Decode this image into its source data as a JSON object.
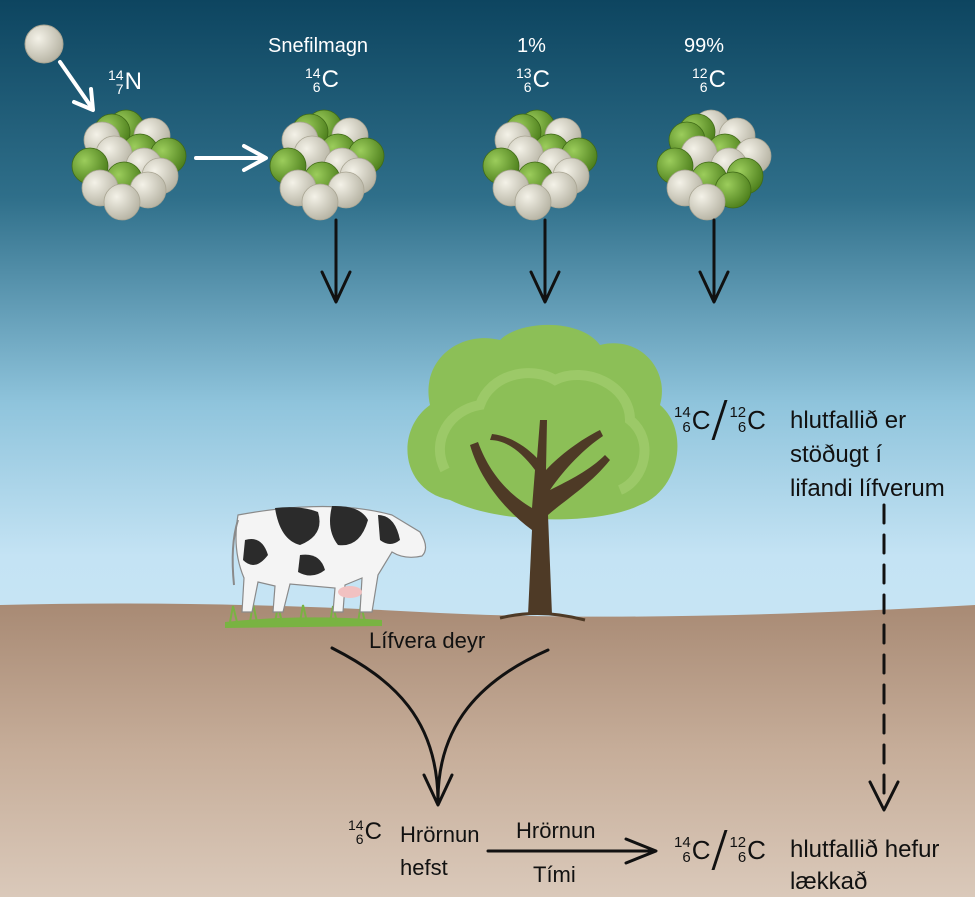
{
  "isotopes": {
    "nitrogen": {
      "mass": "14",
      "atomic": "7",
      "symbol": "N"
    },
    "c14": {
      "label": "Snefilmagn",
      "mass": "14",
      "atomic": "6",
      "symbol": "C"
    },
    "c13": {
      "label": "1%",
      "mass": "13",
      "atomic": "6",
      "symbol": "C"
    },
    "c12": {
      "label": "99%",
      "mass": "12",
      "atomic": "6",
      "symbol": "C"
    }
  },
  "ratio_living": {
    "numerator": {
      "mass": "14",
      "atomic": "6",
      "symbol": "C"
    },
    "denominator": {
      "mass": "12",
      "atomic": "6",
      "symbol": "C"
    },
    "text_line1": "hlutfallið er",
    "text_line2": "stöðugt í",
    "text_line3": "lifandi lífverum"
  },
  "death_label": "Lífvera deyr",
  "decay_start": {
    "isotope": {
      "mass": "14",
      "atomic": "6",
      "symbol": "C"
    },
    "line1": "Hrörnun",
    "line2": "hefst"
  },
  "decay_arrow": {
    "top": "Hrörnun",
    "bottom": "Tími"
  },
  "ratio_dead": {
    "numerator": {
      "mass": "14",
      "atomic": "6",
      "symbol": "C"
    },
    "denominator": {
      "mass": "12",
      "atomic": "6",
      "symbol": "C"
    },
    "text_line1": "hlutfallið hefur",
    "text_line2": "lækkað"
  },
  "colors": {
    "sky_top": "#0f4a66",
    "sky_bottom": "#cde8f6",
    "ground": "#b59a85",
    "proton_green": "#6a9e2e",
    "neutron_grey": "#dedbcc",
    "tree_foliage": "#8fc25a",
    "trunk": "#4e3a26"
  },
  "icons": [
    "neutron-icon",
    "nucleus-icon",
    "tree-icon",
    "cow-icon"
  ]
}
